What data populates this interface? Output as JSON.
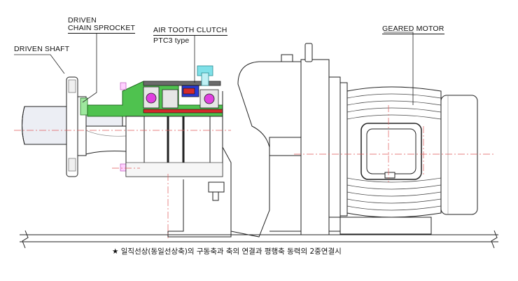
{
  "labels": {
    "driven_shaft": "DRIVEN SHAFT",
    "driven_sprocket_line1": "DRIVEN",
    "driven_sprocket_line2": "CHAIN SPROCKET",
    "clutch_title": "AIR TOOTH CLUTCH",
    "clutch_type": "PTC3  type",
    "geared_motor": "GEARED MOTOR"
  },
  "caption": "★ 일직선상(동일선상축)의 구동축과 축의 연결과 평행축 동력의 2중연결시",
  "colors": {
    "line": "#222222",
    "centerline": "#e05a5a",
    "shaft_fill": "#e8e8f0",
    "clutch_green": "#4fc24f",
    "clutch_red": "#d42a2a",
    "clutch_blue": "#2a3bd4",
    "clutch_magenta": "#e040e0",
    "fitting_cyan": "#7fe0e8"
  }
}
